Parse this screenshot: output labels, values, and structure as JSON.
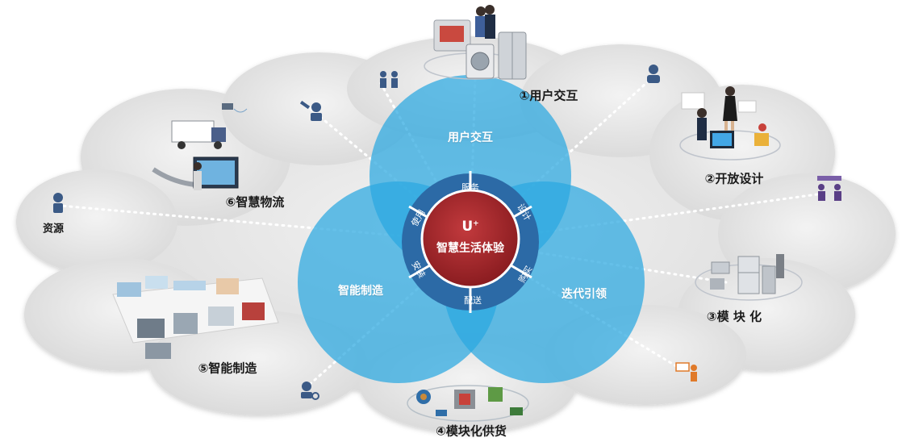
{
  "center": {
    "brand": "U",
    "brand_sup": "+",
    "title": "智慧生活体验"
  },
  "circles": {
    "top": "用户交互",
    "left": "智能制造",
    "right": "迭代引领"
  },
  "ring": {
    "top": "服务",
    "top_right": "设计",
    "bottom_right": "购买",
    "bottom": "配送",
    "bottom_left": "安装",
    "top_left": "使用"
  },
  "scenes": {
    "s1": "①用户交互",
    "s2": "②开放设计",
    "s3": "③模 块 化",
    "s4": "④模块化供货",
    "s5": "⑤智能制造",
    "s6": "⑥智慧物流",
    "resource": "资源"
  },
  "colors": {
    "cloud": "#e6e6e6",
    "circle": "#29a8e0",
    "ring": "#2c6aa6",
    "center": "#a3292c",
    "icon": "#3b5a86"
  }
}
